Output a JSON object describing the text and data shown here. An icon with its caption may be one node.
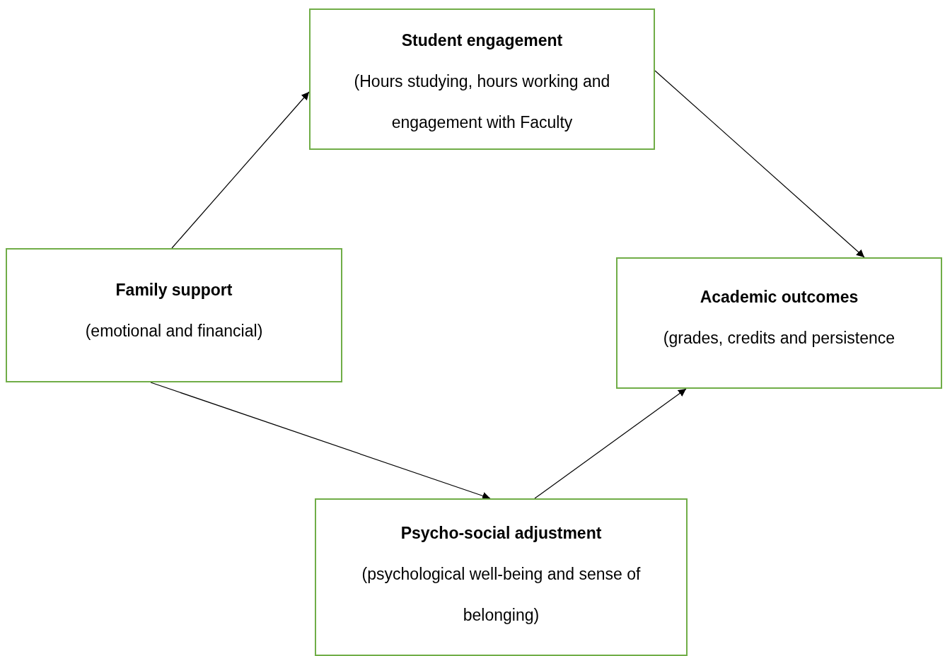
{
  "diagram": {
    "nodes": [
      {
        "text": [
          "Student engagement",
          "(Hours studying, hours working and engagement with Faculty"
        ]
      },
      {
        "text": [
          "Family support",
          "(emotional and financial)"
        ]
      },
      {
        "text": [
          "Academic outcomes",
          "(grades, credits and persistence"
        ]
      },
      {
        "text": [
          "Psycho-social adjustment",
          "(psychological well-being and sense of belonging)"
        ]
      }
    ],
    "edges": [
      {
        "from": 1,
        "to": 0,
        "arrow": "to"
      },
      {
        "from": 0,
        "to": 2,
        "arrow": "to"
      },
      {
        "from": 1,
        "to": 3,
        "arrow": "to"
      },
      {
        "from": 3,
        "to": 2,
        "arrow": "to"
      }
    ]
  }
}
